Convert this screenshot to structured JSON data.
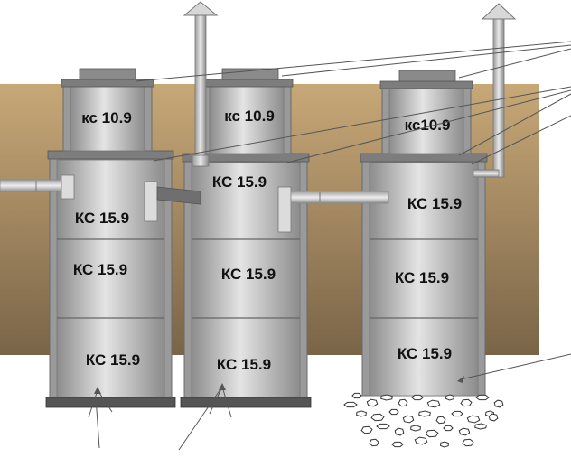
{
  "colors": {
    "soil_top": "#c7a877",
    "soil_bottom": "#7a6448",
    "ring_light": "#e4e4e4",
    "ring_dark": "#8c8c8c",
    "wall": "#9a9a9a",
    "cap": "#7d7d7d",
    "base_plate": "#555555",
    "leader_line": "#555555"
  },
  "wells": [
    {
      "neck_label": "кс 10.9",
      "ring_labels": [
        "КС 15.9",
        "КС 15.9",
        "КС 15.9"
      ],
      "bottom": "concrete-base"
    },
    {
      "neck_label": "кс 10.9",
      "ring_labels": [
        "КС 15.9",
        "КС 15.9",
        "КС 15.9"
      ],
      "bottom": "concrete-base"
    },
    {
      "neck_label": "кс10.9",
      "ring_labels": [
        "КС 15.9",
        "КС 15.9",
        "КС 15.9"
      ],
      "bottom": "gravel-filter"
    }
  ],
  "vent_pipes": 2,
  "connections": [
    "inlet-pipe",
    "overflow-pipe-1-2",
    "overflow-pipe-2-3"
  ]
}
